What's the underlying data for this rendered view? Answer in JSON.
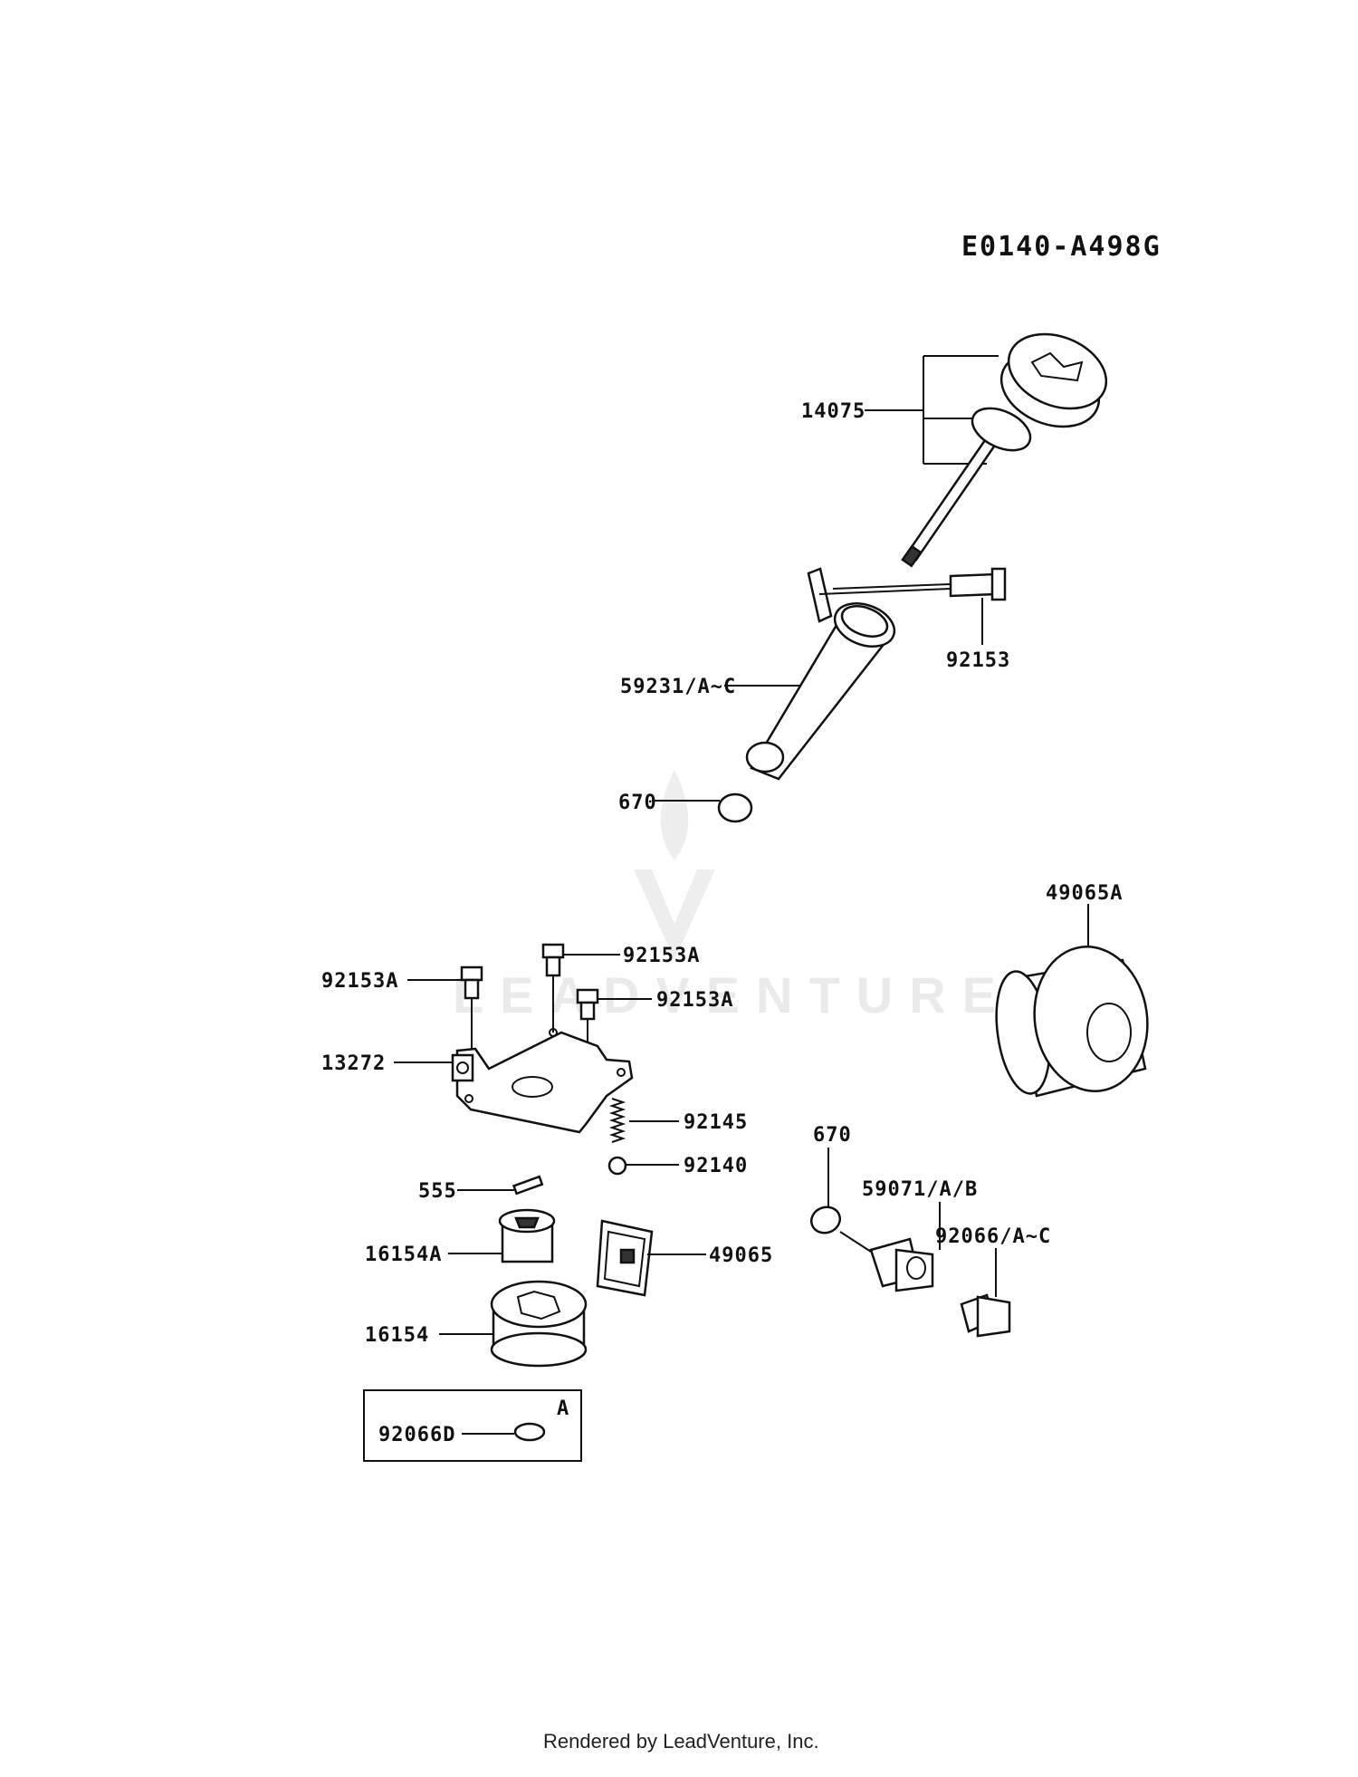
{
  "diagram_code": "E0140-A498G",
  "footer": "Rendered by LeadVenture, Inc.",
  "watermark": "LEADVENTURE",
  "inset_letter": "A",
  "labels": {
    "p14075": "14075",
    "p92153": "92153",
    "p59231": "59231/A~C",
    "p670_top": "670",
    "p49065A": "49065A",
    "p92153A_1": "92153A",
    "p92153A_2": "92153A",
    "p92153A_3": "92153A",
    "p13272": "13272",
    "p92145": "92145",
    "p92140": "92140",
    "p555": "555",
    "p670_mid": "670",
    "p59071": "59071/A/B",
    "p92066": "92066/A~C",
    "p16154A": "16154A",
    "p49065": "49065",
    "p16154": "16154",
    "p92066D": "92066D"
  }
}
